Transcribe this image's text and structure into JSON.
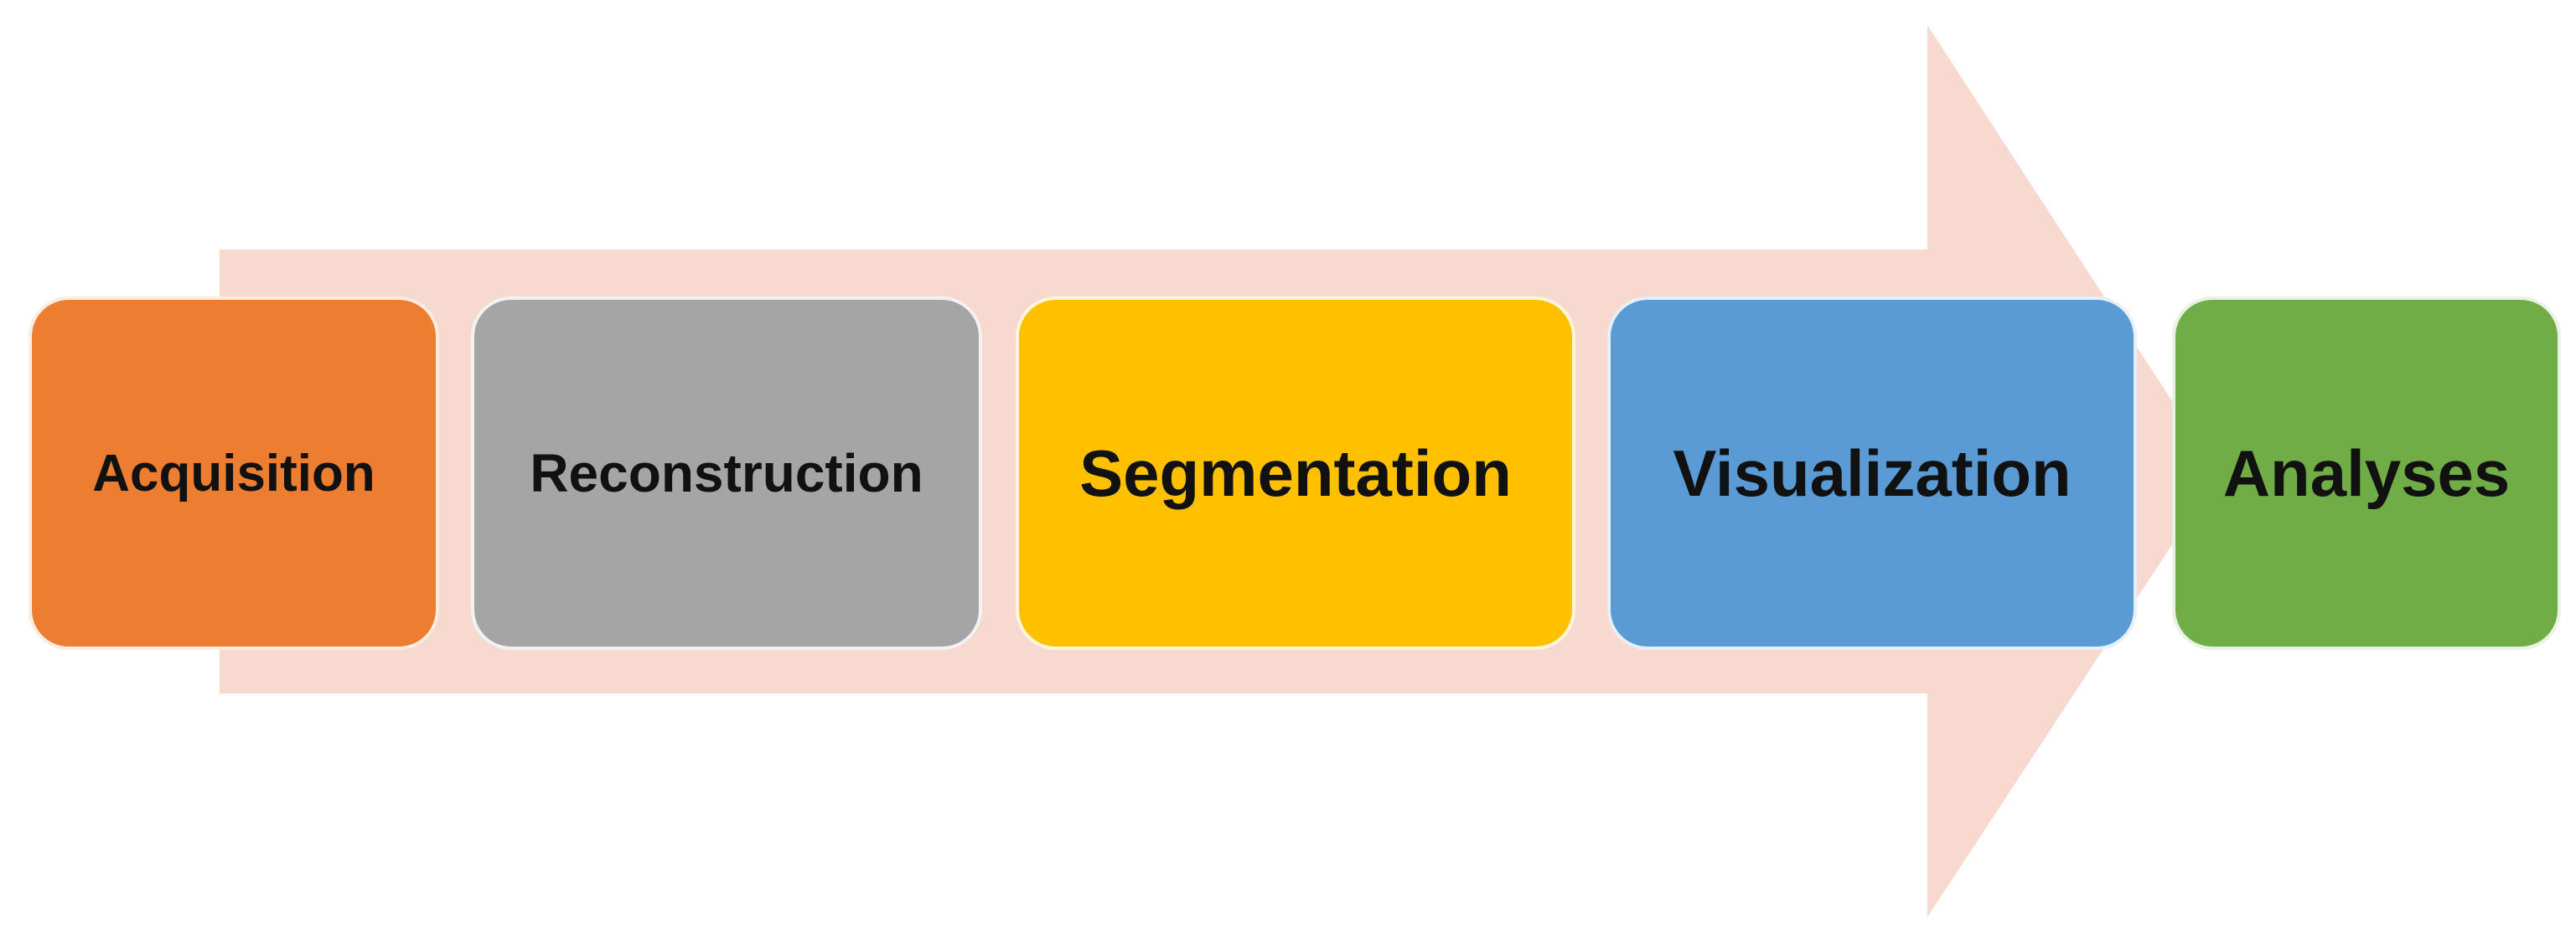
{
  "diagram": {
    "arrow_color": "#f8d9d0",
    "stages": [
      {
        "label": "Acquisition",
        "color": "#ed7d31"
      },
      {
        "label": "Reconstruction",
        "color": "#a5a5a5"
      },
      {
        "label": "Segmentation",
        "color": "#ffc000"
      },
      {
        "label": "Visualization",
        "color": "#5b9bd5"
      },
      {
        "label": "Analyses",
        "color": "#70ad47"
      }
    ]
  }
}
